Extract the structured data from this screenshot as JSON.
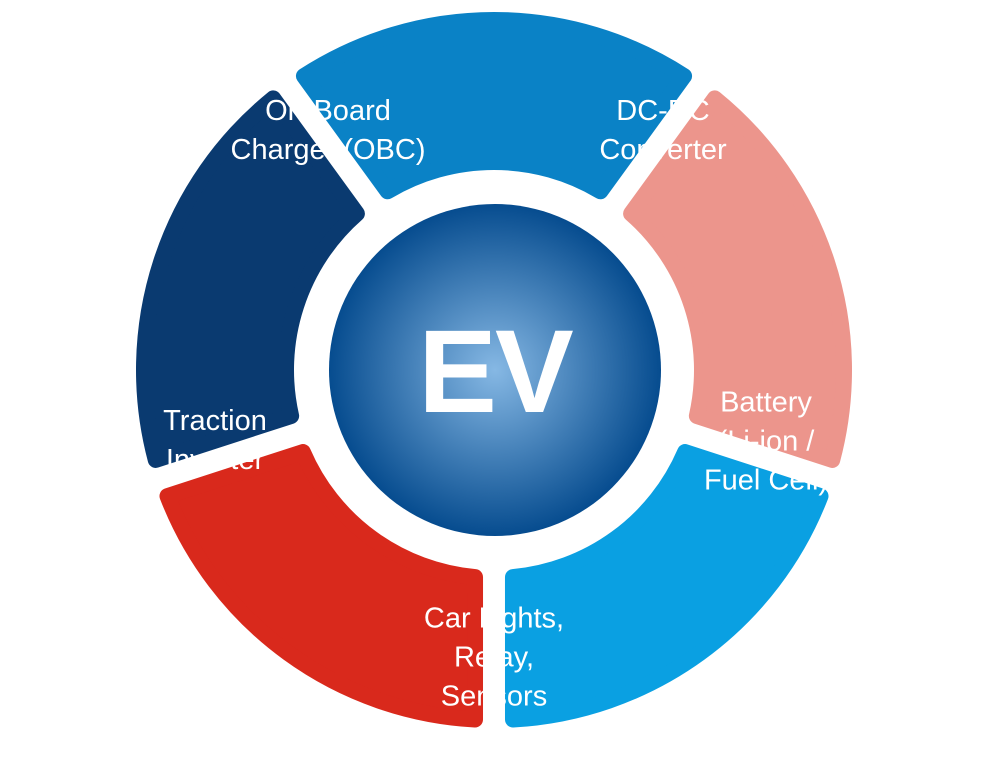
{
  "center": {
    "label": "EV",
    "color_inner": "#86b8e4",
    "color_outer": "#064c8f"
  },
  "segments": [
    {
      "label": "DC-DC\nConverter",
      "color": "#0a82c6"
    },
    {
      "label": "Battery\n(Li-ion /\nFuel Cell)",
      "color": "#ec958c"
    },
    {
      "label": "Car Lights,\nRelay,\nSensors",
      "color": "#0aa0e2"
    },
    {
      "label": "Traction\nInverter",
      "color": "#d9291c"
    },
    {
      "label": "On-Board\nCharger (OBC)",
      "color": "#0a3a70"
    }
  ]
}
